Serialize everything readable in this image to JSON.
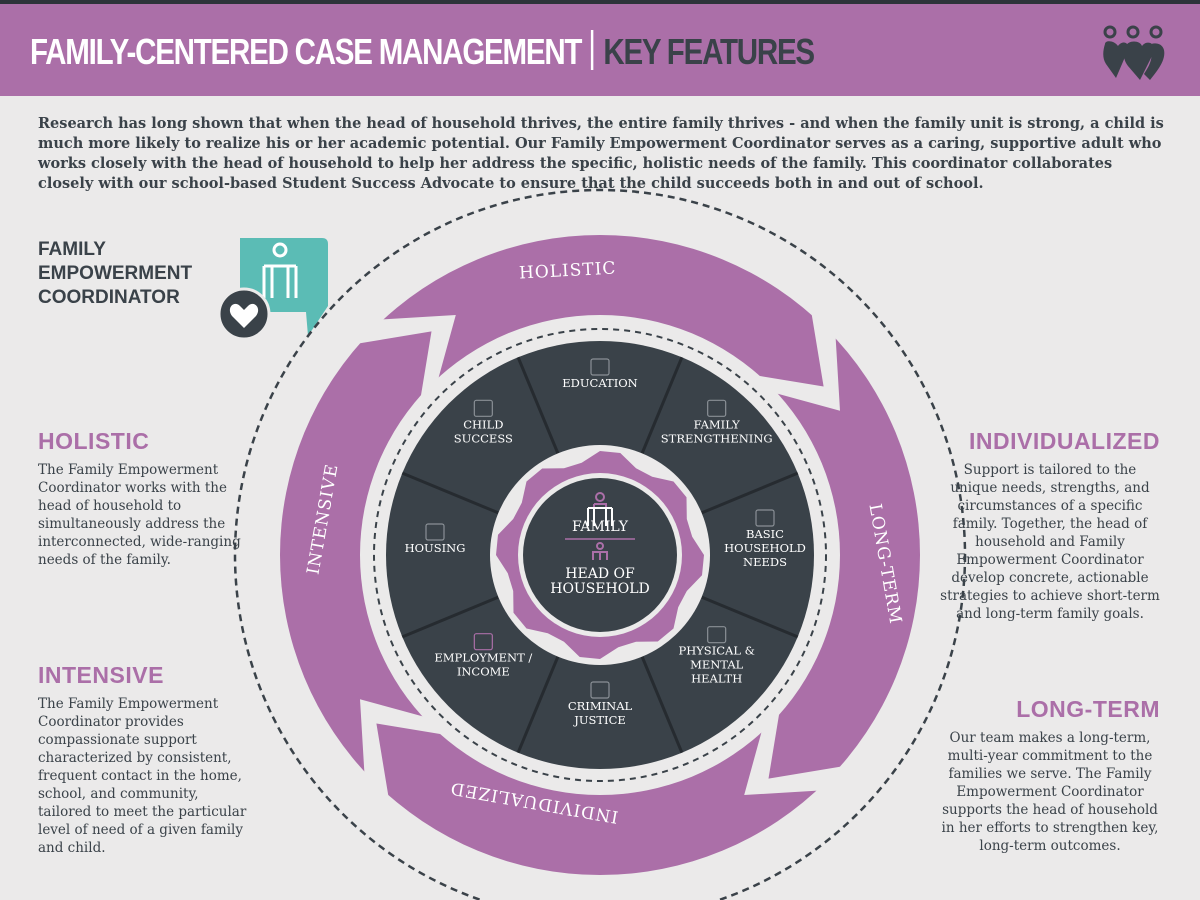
{
  "header": {
    "title": "FAMILY-CENTERED CASE MANAGEMENT",
    "subtitle": "KEY FEATURES",
    "logo_icon": "family-hearts-icon"
  },
  "intro": "Research has long shown that when the head of household thrives, the entire family thrives - and when the family unit is strong, a child is much more likely to realize his or her academic potential. Our Family Empowerment Coordinator serves as a caring, supportive adult who works closely with the head of household to help her address the specific, holistic needs of the family. This coordinator collaborates closely with our school-based Student Success Advocate to ensure that the child succeeds both in and out of school.",
  "coordinator": {
    "lines": [
      "FAMILY",
      "EMPOWERMENT",
      "COORDINATOR"
    ],
    "icon": "coordinator-heart-icon"
  },
  "sections": {
    "holistic": {
      "title": "HOLISTIC",
      "text": "The Family Empowerment Coordinator works with the head of household to simultaneously address the interconnected, wide-ranging needs of the family."
    },
    "intensive": {
      "title": "INTENSIVE",
      "text": "The Family Empowerment Coordinator provides compassionate support characterized by consistent, frequent contact in the home, school, and community, tailored to meet the particular level of need of a given family and child."
    },
    "individualized": {
      "title": "INDIVIDUALIZED",
      "text": "Support is tailored to the unique needs, strengths, and circumstances of a specific family. Together, the head of household and Family Empowerment Coordinator develop concrete, actionable strategies to achieve short-term and long-term family goals."
    },
    "long_term": {
      "title": "LONG-TERM",
      "text": "Our team makes a long-term, multi-year commitment to the families we serve. The Family Empowerment Coordinator supports the head of household in her efforts to strengthen key, long-term outcomes."
    }
  },
  "ring": {
    "top": "HOLISTIC",
    "right": "LONG-TERM",
    "bottom": "INDIVIDUALIZED",
    "left": "INTENSIVE"
  },
  "segments": [
    {
      "lines": [
        "EDUCATION"
      ],
      "icon": "graduation-cap-icon"
    },
    {
      "lines": [
        "FAMILY",
        "STRENGTHENING"
      ],
      "icon": "chain-link-icon"
    },
    {
      "lines": [
        "BASIC",
        "HOUSEHOLD",
        "NEEDS"
      ],
      "icon": "water-bottle-icon"
    },
    {
      "lines": [
        "PHYSICAL &",
        "MENTAL",
        "HEALTH"
      ],
      "icon": "medical-cross-icon"
    },
    {
      "lines": [
        "CRIMINAL",
        "JUSTICE"
      ],
      "icon": "gavel-icon"
    },
    {
      "lines": [
        "EMPLOYMENT /",
        "INCOME"
      ],
      "icon": "briefcase-icon"
    },
    {
      "lines": [
        "HOUSING"
      ],
      "icon": "house-icon"
    },
    {
      "lines": [
        "CHILD",
        "SUCCESS"
      ],
      "icon": "star-icon"
    }
  ],
  "center": {
    "family": "FAMILY",
    "head_lines": [
      "HEAD OF",
      "HOUSEHOLD"
    ]
  },
  "colors": {
    "purple": "#ab6fa8",
    "slate": "#3a4249",
    "background": "#ebeaea",
    "teal": "#5bbcb5"
  }
}
